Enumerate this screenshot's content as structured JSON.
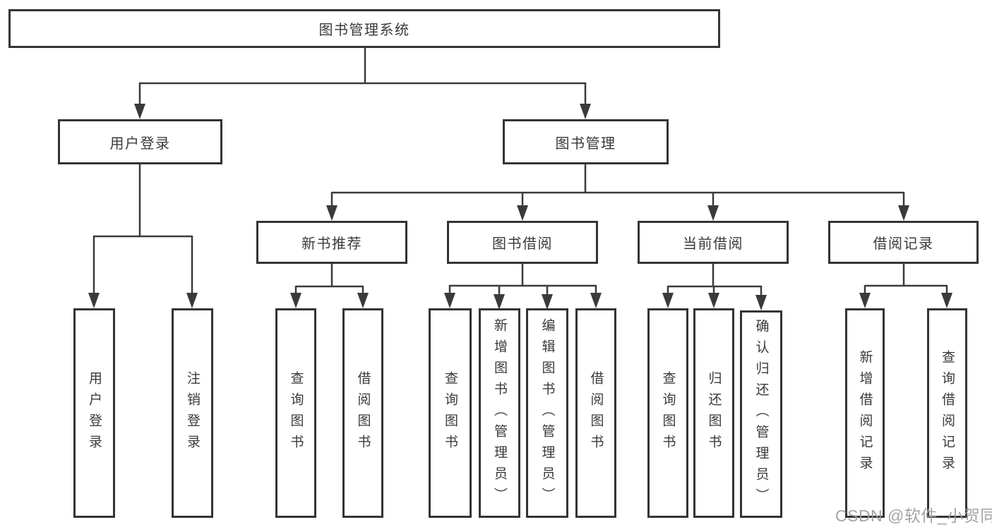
{
  "diagram": {
    "root": {
      "label": "图书管理系统"
    },
    "branches": [
      {
        "label": "用户登录",
        "children": [
          {
            "label": "用户登录"
          },
          {
            "label": "注销登录"
          }
        ]
      },
      {
        "label": "图书管理",
        "children": [
          {
            "label": "新书推荐",
            "children": [
              {
                "label": "查询图书"
              },
              {
                "label": "借阅图书"
              }
            ]
          },
          {
            "label": "图书借阅",
            "children": [
              {
                "label": "查询图书"
              },
              {
                "label": "新增图书（管理员）"
              },
              {
                "label": "编辑图书（管理员）"
              },
              {
                "label": "借阅图书"
              }
            ]
          },
          {
            "label": "当前借阅",
            "children": [
              {
                "label": "查询图书"
              },
              {
                "label": "归还图书"
              },
              {
                "label": "确认归还（管理员）"
              }
            ]
          },
          {
            "label": "借阅记录",
            "children": [
              {
                "label": "新增借阅记录"
              },
              {
                "label": "查询借阅记录"
              }
            ]
          }
        ]
      }
    ]
  },
  "watermark": {
    "text": "CSDN @软件_小贺同学"
  },
  "colors": {
    "line": "#3a3a3a",
    "box_border": "#343434",
    "text": "#3a3a3a",
    "background": "#ffffff",
    "watermark": "#9b9b9b"
  }
}
